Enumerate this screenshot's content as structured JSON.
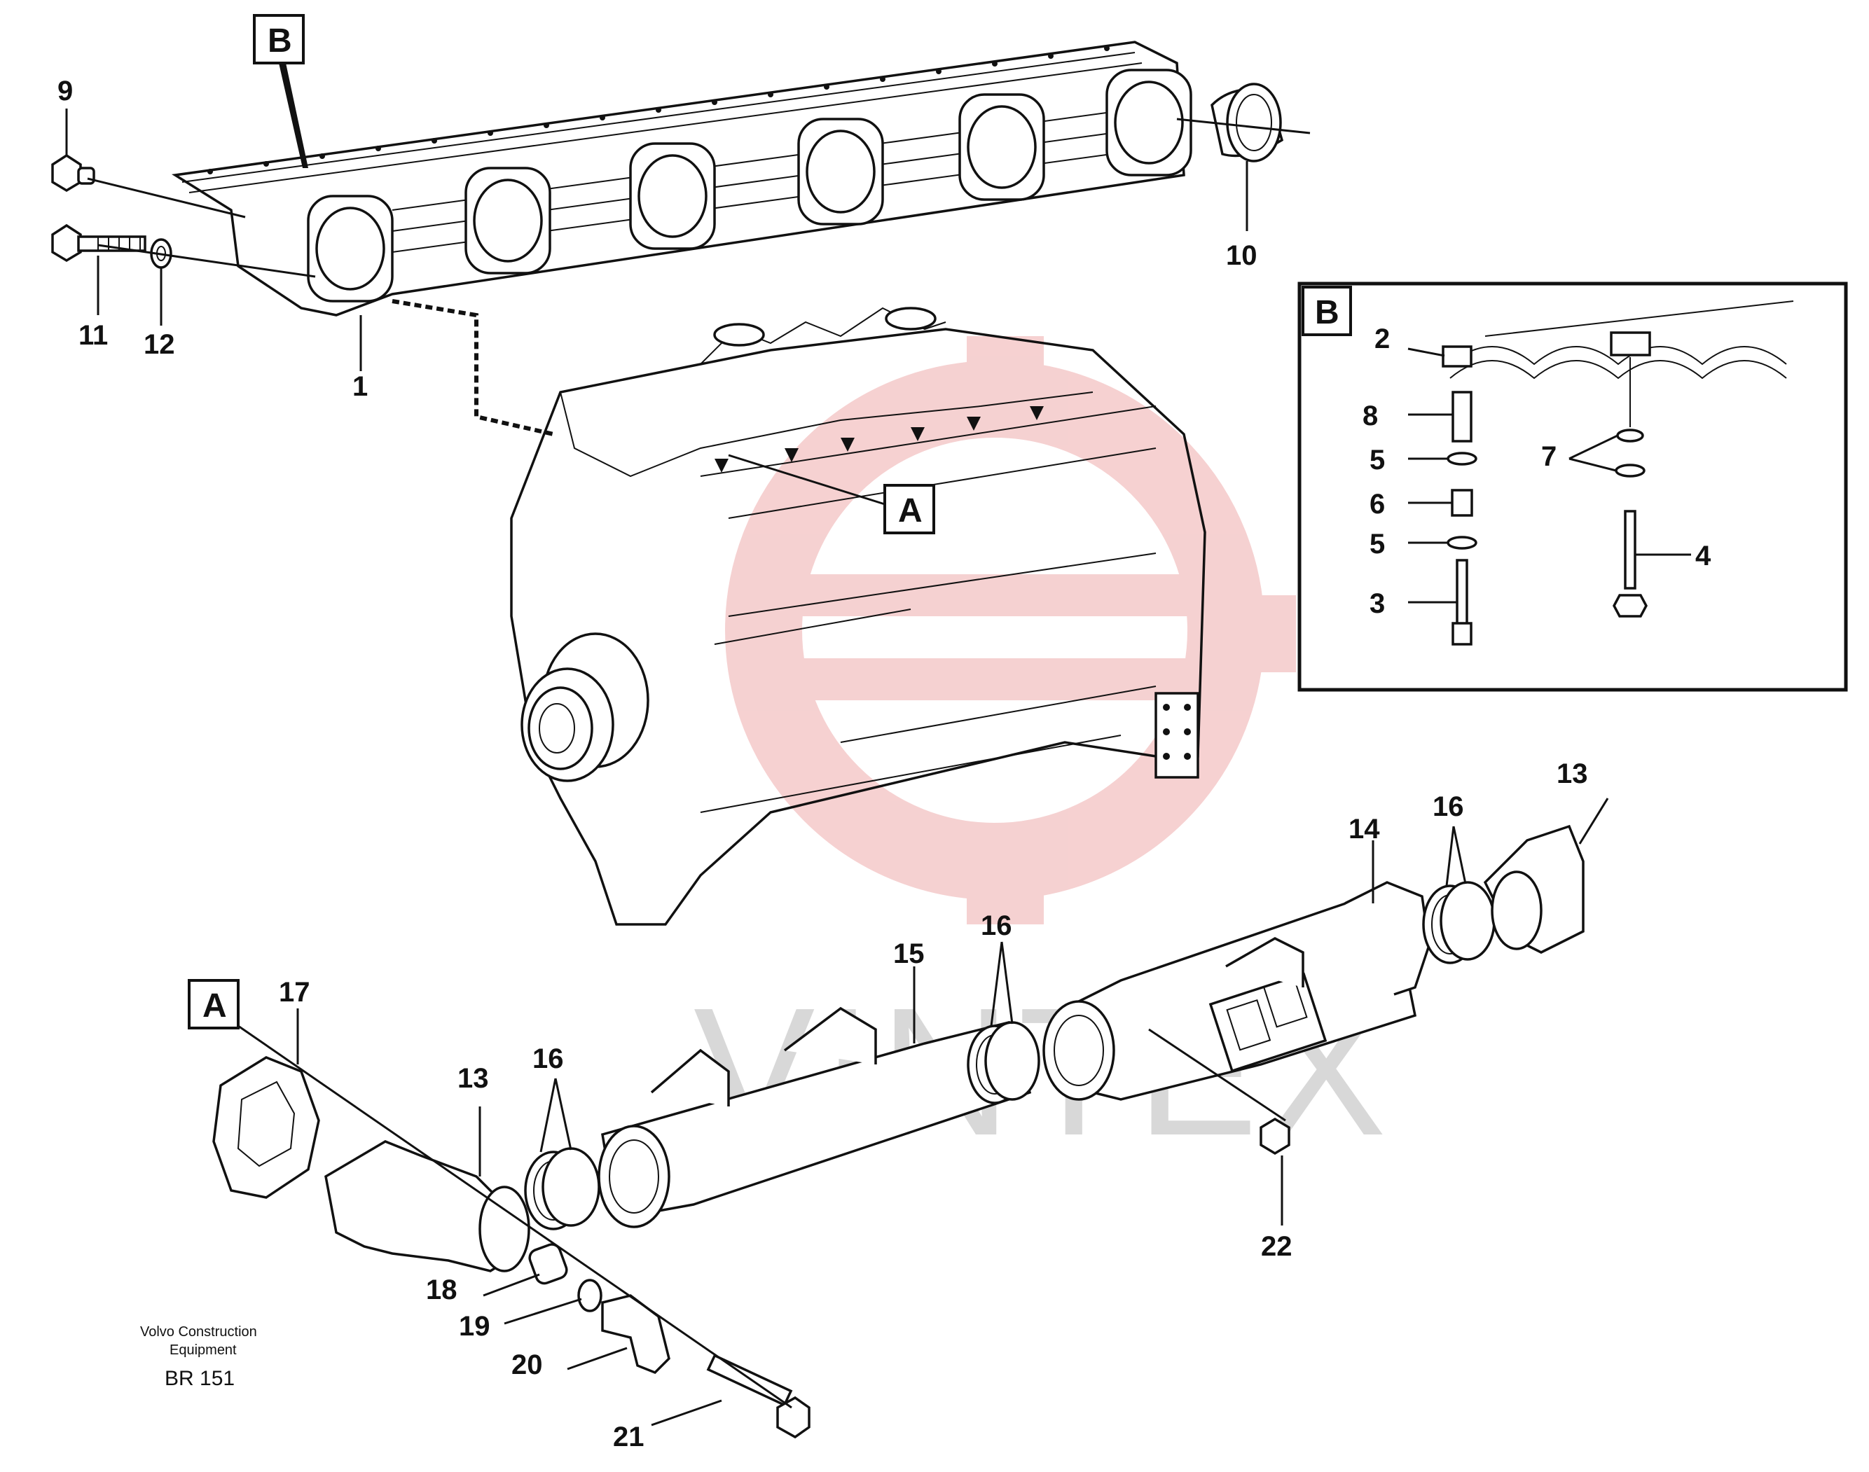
{
  "diagram": {
    "labels": {
      "n1": "1",
      "n2": "2",
      "n3": "3",
      "n4": "4",
      "n5a": "5",
      "n5b": "5",
      "n6": "6",
      "n7": "7",
      "n8": "8",
      "n9": "9",
      "n10": "10",
      "n11": "11",
      "n12": "12",
      "n13a": "13",
      "n13b": "13",
      "n14": "14",
      "n15": "15",
      "n16a": "16",
      "n16b": "16",
      "n16c": "16",
      "n16d": "16",
      "n17": "17",
      "n18": "18",
      "n19": "19",
      "n20": "20",
      "n21": "21",
      "n22": "22"
    },
    "detail_markers": {
      "b_top": "B",
      "b_inset": "B",
      "a_engine": "A",
      "a_bottom": "A"
    },
    "caption": {
      "line1": "Volvo Construction",
      "line2": "Equipment",
      "code": "BR 151"
    },
    "watermark": {
      "text": "VINTEX"
    },
    "colors": {
      "line": "#111111",
      "watermark_logo": "#f4c9c9",
      "watermark_text": "#d8d8d8"
    }
  }
}
